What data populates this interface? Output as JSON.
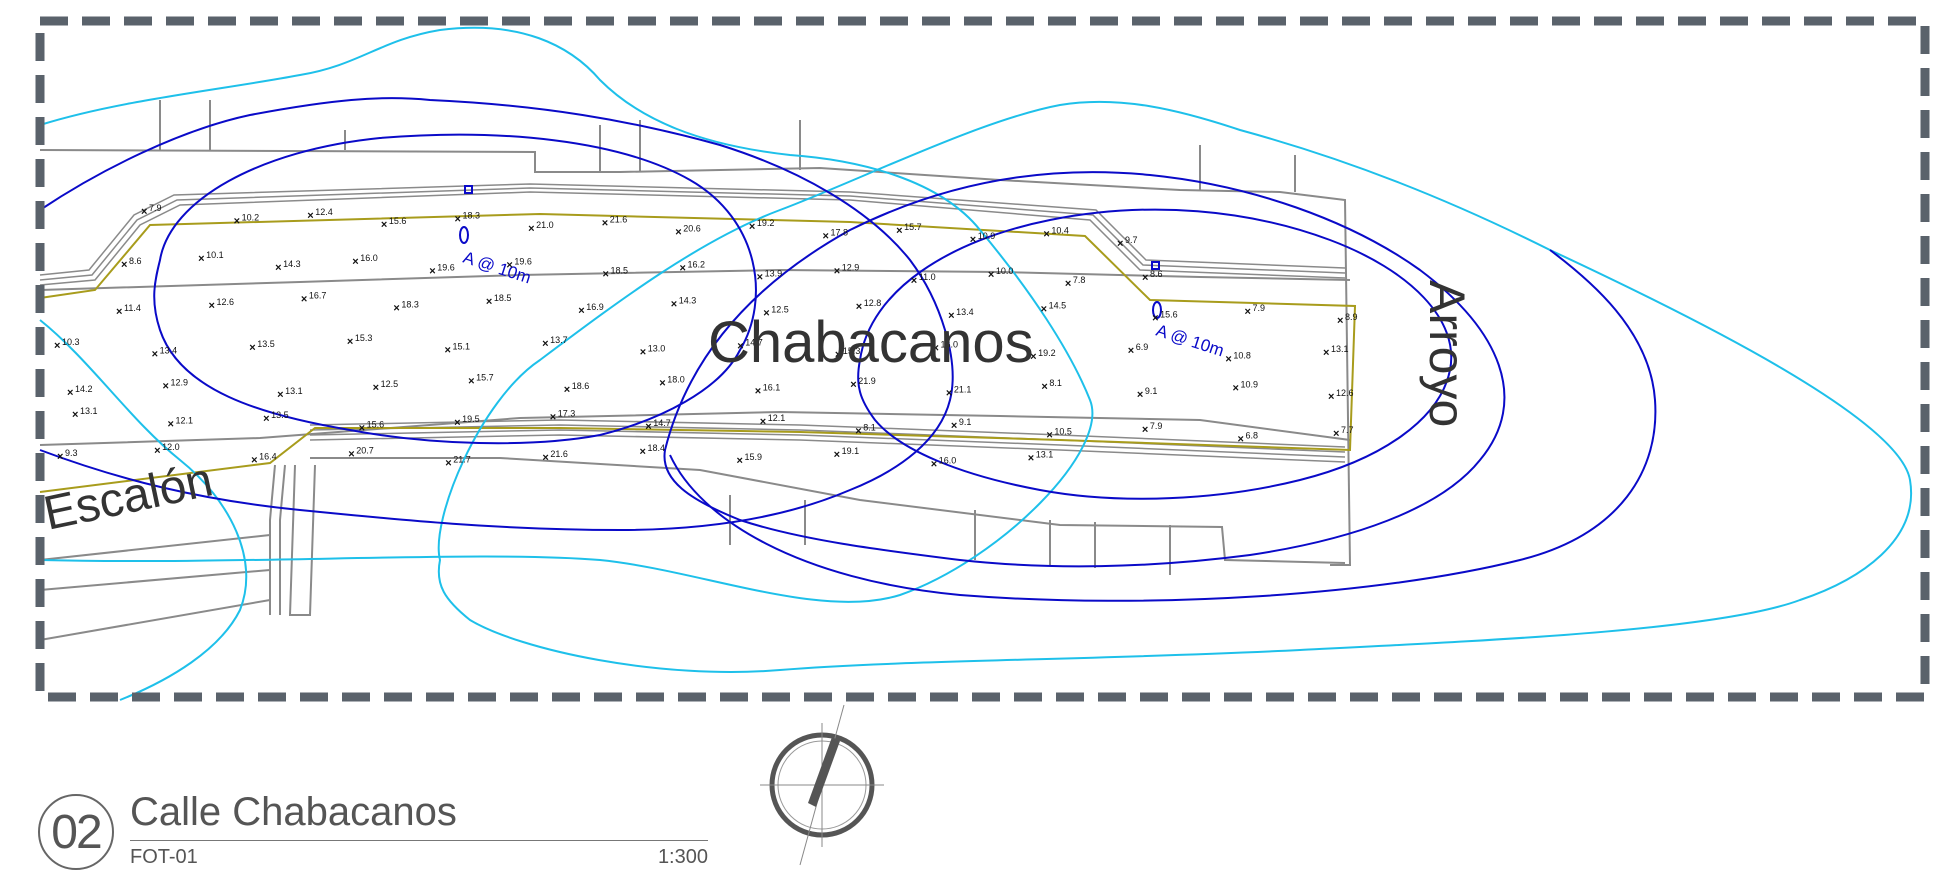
{
  "plan": {
    "area_labels": {
      "street": "Chabacanos",
      "left": "Escalón",
      "right": "Arroyo"
    },
    "annotations": [
      {
        "text": "A @ 10m"
      },
      {
        "text": "A @ 10m"
      }
    ],
    "spot_elevations": [
      "7.9",
      "10.2",
      "12.4",
      "15.6",
      "18.3",
      "21.0",
      "21.6",
      "20.6",
      "19.2",
      "17.8",
      "15.7",
      "10.9",
      "10.4",
      "9.7",
      "8.6",
      "10.1",
      "14.3",
      "16.0",
      "19.6",
      "19.6",
      "18.5",
      "16.2",
      "13.9",
      "12.9",
      "11.0",
      "10.0",
      "7.8",
      "8.6",
      "11.4",
      "12.6",
      "16.7",
      "18.3",
      "18.5",
      "16.9",
      "14.3",
      "12.5",
      "12.8",
      "13.4",
      "14.5",
      "15.6",
      "7.9",
      "8.9",
      "10.3",
      "13.4",
      "13.5",
      "15.3",
      "15.1",
      "13.7",
      "13.0",
      "14.7",
      "15.3",
      "16.0",
      "19.2",
      "6.9",
      "10.8",
      "13.1",
      "14.2",
      "12.9",
      "13.1",
      "12.5",
      "15.7",
      "18.6",
      "18.0",
      "16.1",
      "21.9",
      "21.1",
      "8.1",
      "9.1",
      "10.9",
      "12.6",
      "13.1",
      "12.1",
      "13.5",
      "15.6",
      "19.5",
      "17.3",
      "14.7",
      "12.1",
      "8.1",
      "9.1",
      "10.5",
      "7.9",
      "6.8",
      "7.7",
      "9.3",
      "12.0",
      "16.4",
      "20.7",
      "21.7",
      "21.6",
      "18.4",
      "15.9",
      "19.1",
      "16.0",
      "13.1"
    ],
    "compass": {
      "symbol": "north-arrow"
    }
  },
  "title_block": {
    "number": "02",
    "title": "Calle Chabacanos",
    "sheet_code": "FOT-01",
    "scale": "1:300"
  },
  "colors": {
    "frame": "#5a626b",
    "contour_outer": "#1ec0ea",
    "contour_inner": "#0a0ac8",
    "street_line": "#a89c1c",
    "building": "#8a8a8a"
  }
}
